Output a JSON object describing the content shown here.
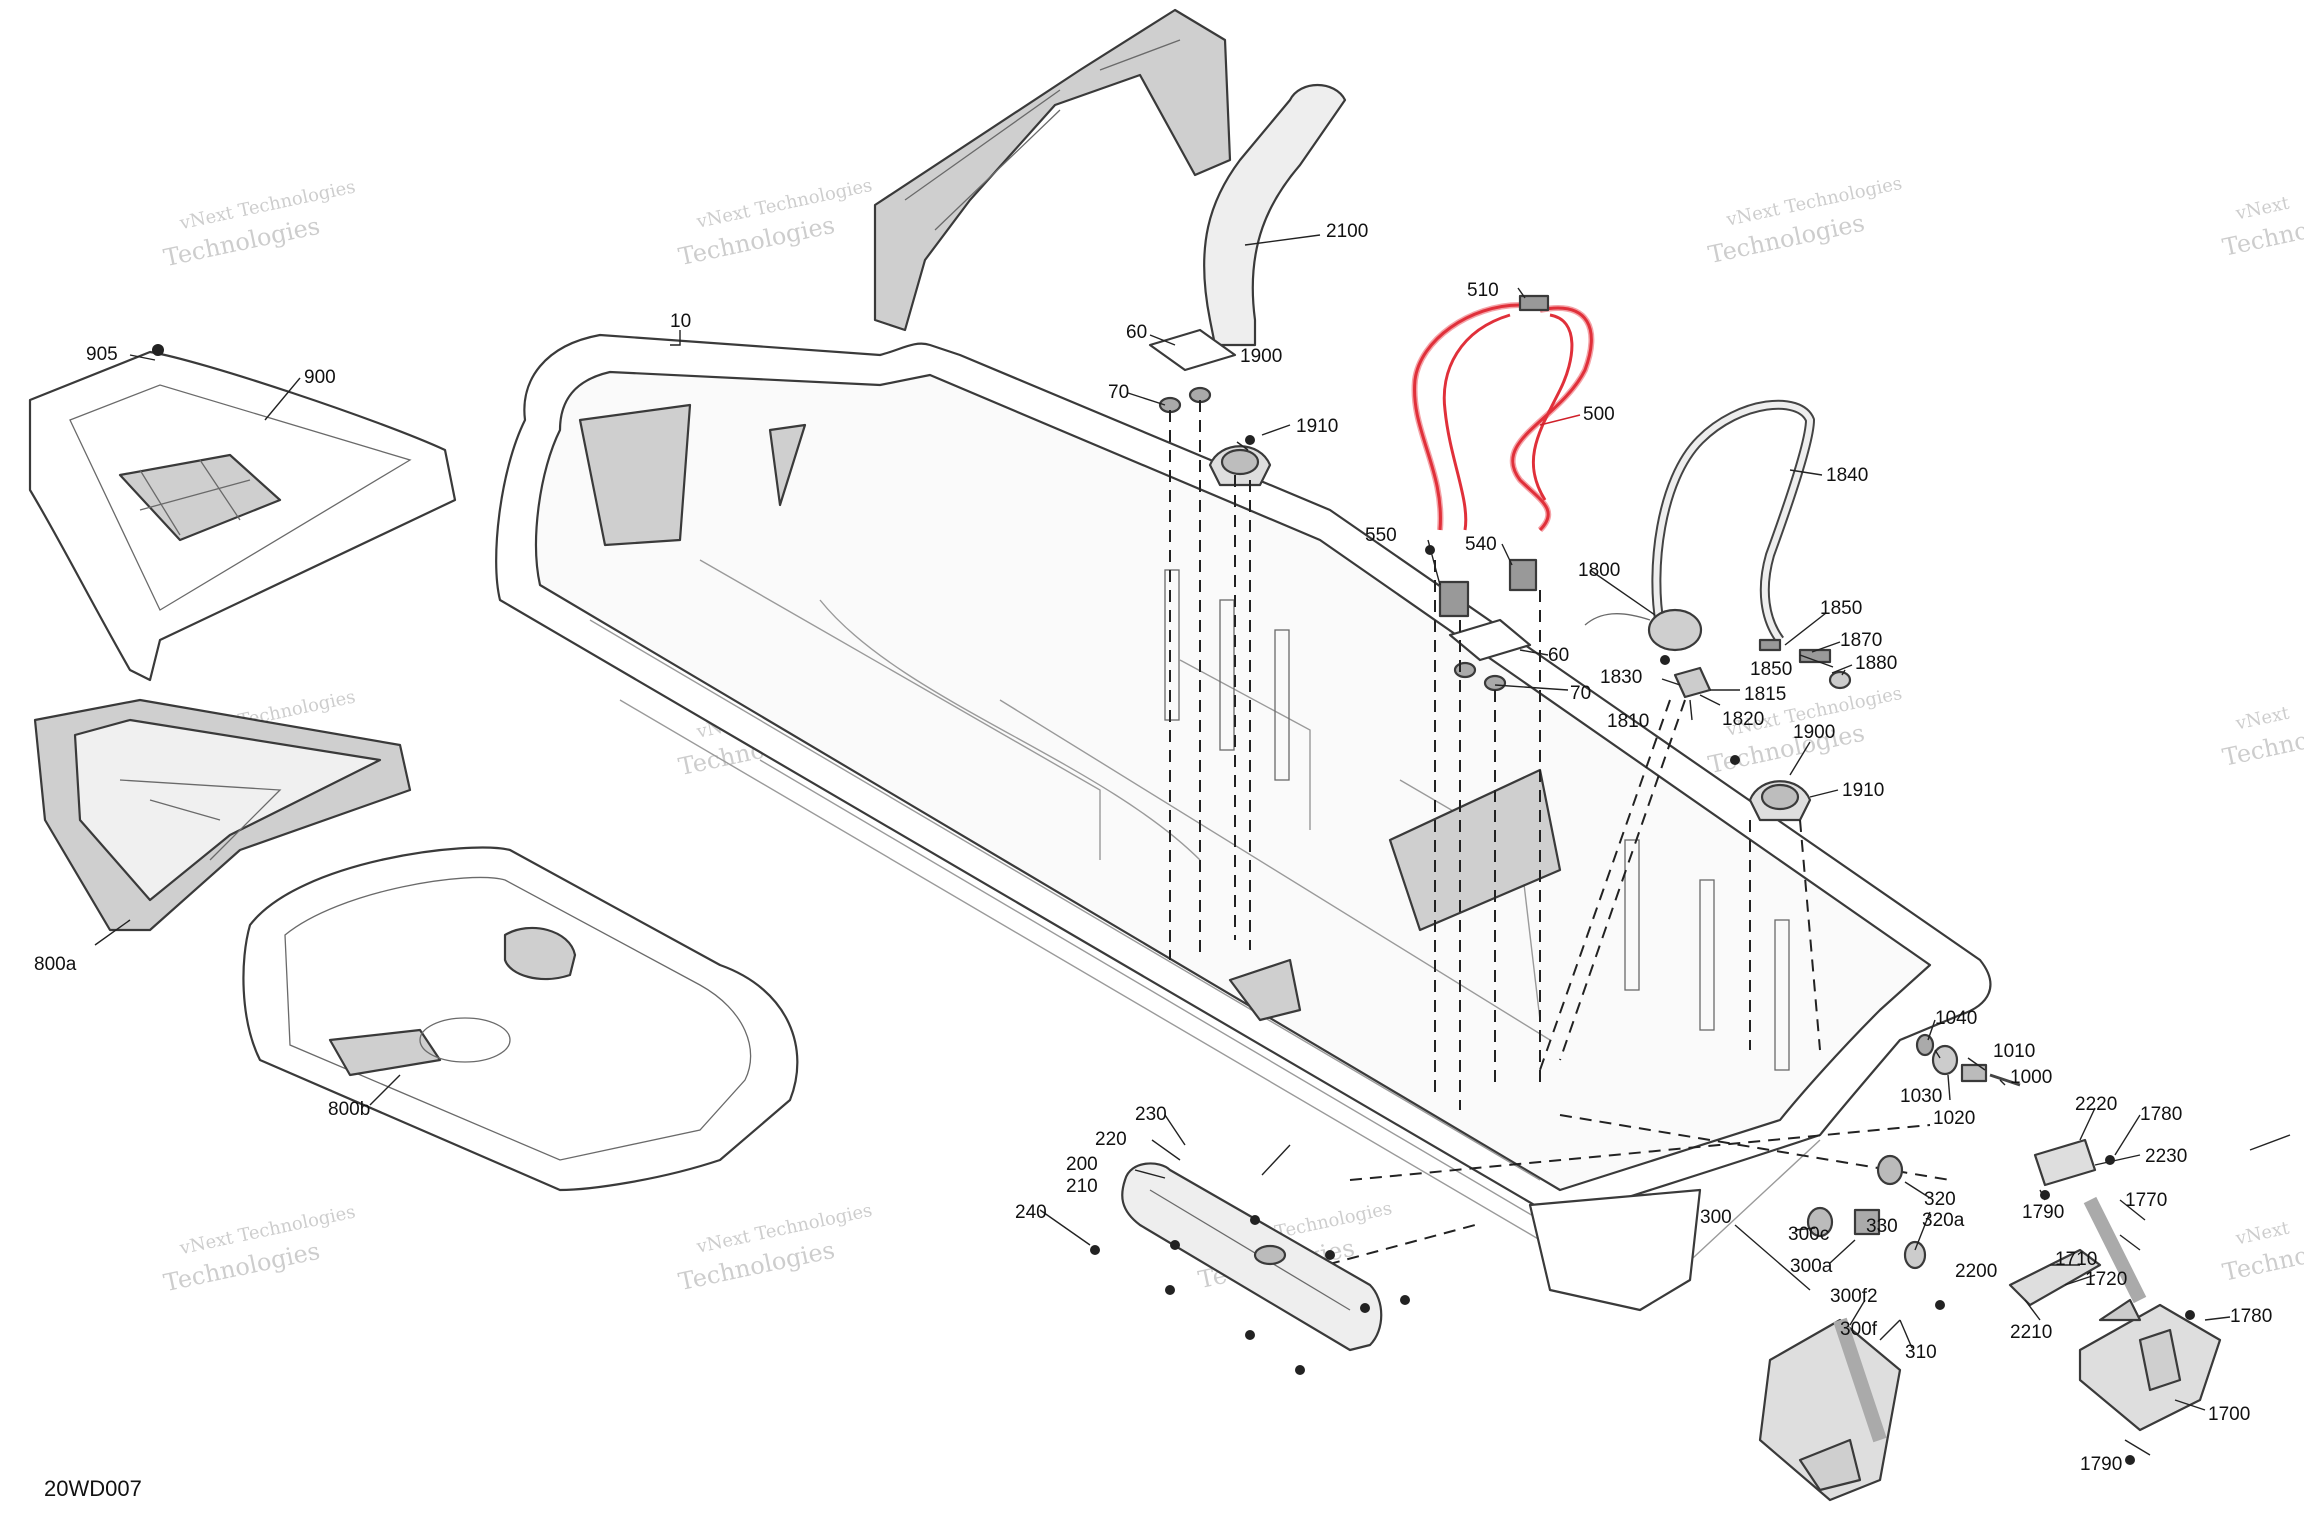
{
  "diagram_code": "20WD007",
  "watermark": {
    "line1": "vNext Technologies",
    "line2": "Technologies",
    "small": "vNext"
  },
  "callouts": {
    "c10": "10",
    "c60a": "60",
    "c60b": "60",
    "c70a": "70",
    "c70b": "70",
    "c200": "200",
    "c210": "210",
    "c220": "220",
    "c230": "230",
    "c240": "240",
    "c300": "300",
    "c300a": "300a",
    "c300c": "300c",
    "c300f": "300f",
    "c300f2": "300f2",
    "c310": "310",
    "c320": "320",
    "c320a": "320a",
    "c330": "330",
    "c500": "500",
    "c510": "510",
    "c540": "540",
    "c550": "550",
    "c800a": "800a",
    "c800b": "800b",
    "c900": "900",
    "c905": "905",
    "c1000": "1000",
    "c1010": "1010",
    "c1020": "1020",
    "c1030": "1030",
    "c1040": "1040",
    "c1700": "1700",
    "c1710": "1710",
    "c1720": "1720",
    "c1770": "1770",
    "c1780a": "1780",
    "c1780b": "1780",
    "c1790a": "1790",
    "c1790b": "1790",
    "c1800": "1800",
    "c1810": "1810",
    "c1815": "1815",
    "c1820": "1820",
    "c1830": "1830",
    "c1840": "1840",
    "c1850a": "1850",
    "c1850b": "1850",
    "c1870": "1870",
    "c1880": "1880",
    "c1900a": "1900",
    "c1900b": "1900",
    "c1910a": "1910",
    "c1910b": "1910",
    "c2100": "2100",
    "c2200": "2200",
    "c2210": "2210",
    "c2220": "2220",
    "c2230": "2230"
  },
  "colors": {
    "line": "#3a3a3a",
    "highlight": "#e0303a",
    "fill_grey": "#cfcfcf",
    "watermark": "#bdbdbd"
  }
}
